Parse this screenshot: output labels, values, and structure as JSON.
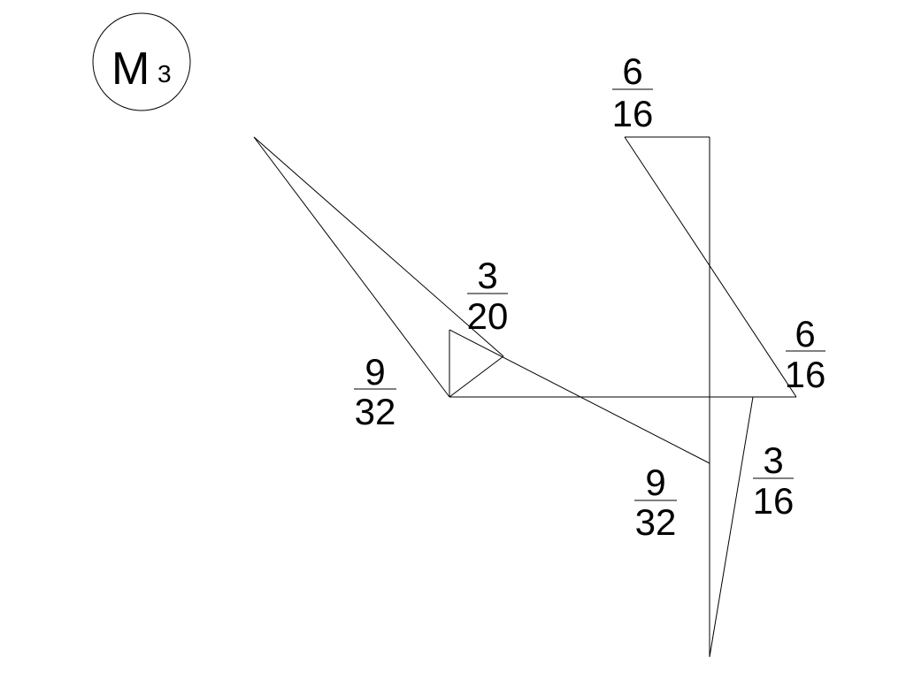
{
  "badge": {
    "letter": "M",
    "subscript": "3"
  },
  "labels": [
    {
      "id": "top-right",
      "numerator": "6",
      "denominator": "16"
    },
    {
      "id": "center",
      "numerator": "3",
      "denominator": "20"
    },
    {
      "id": "left",
      "numerator": "9",
      "denominator": "32"
    },
    {
      "id": "right",
      "numerator": "6",
      "denominator": "16"
    },
    {
      "id": "lower-right",
      "numerator": "3",
      "denominator": "16"
    },
    {
      "id": "lower-center",
      "numerator": "9",
      "denominator": "32"
    }
  ],
  "colors": {
    "ink": "#000000",
    "background": "#ffffff"
  }
}
